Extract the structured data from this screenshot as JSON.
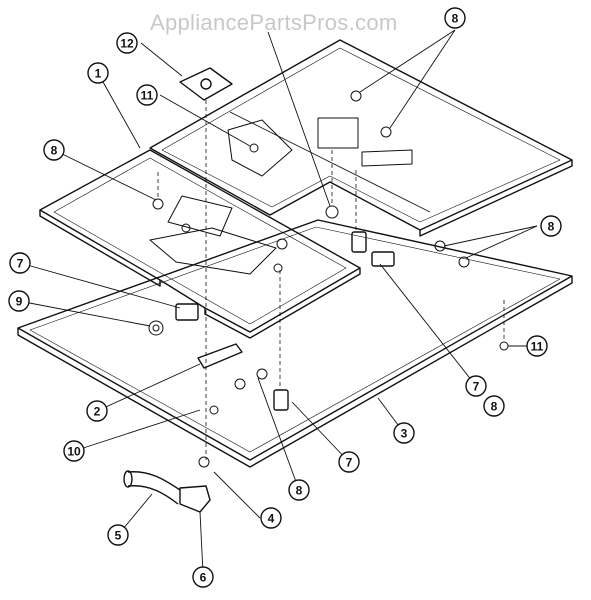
{
  "watermark": "AppliancePartsPros.com",
  "callouts": [
    "12",
    "8",
    "1",
    "11",
    "8",
    "7",
    "9",
    "2",
    "10",
    "5",
    "6",
    "4",
    "8",
    "7",
    "3",
    "11",
    "7",
    "8",
    "8"
  ]
}
